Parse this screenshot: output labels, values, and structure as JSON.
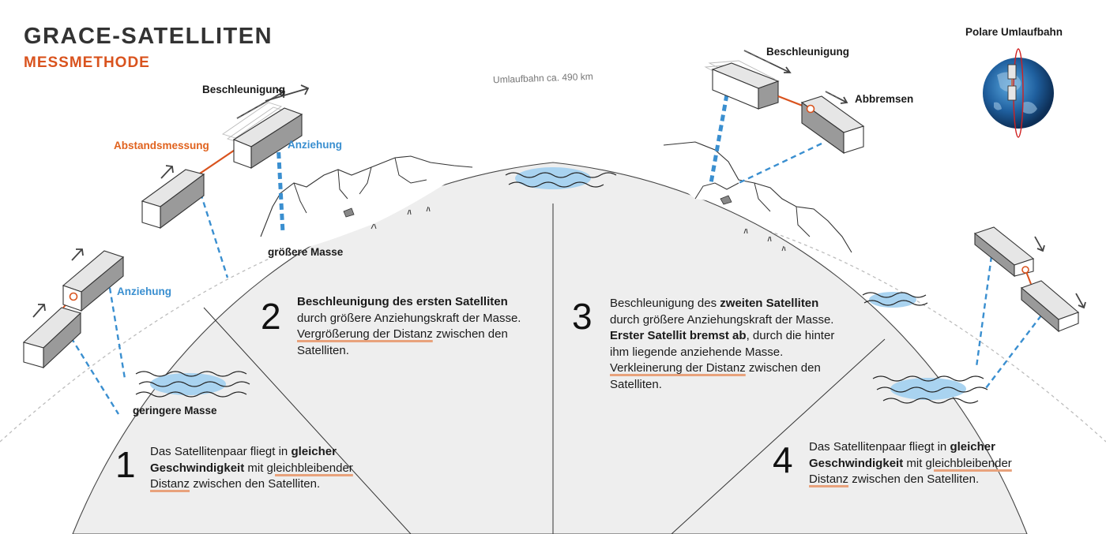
{
  "title": "GRACE-SATELLITEN",
  "subtitle": "MESSMETHODE",
  "colors": {
    "accent_orange": "#d9531e",
    "attraction_blue": "#3a8fd0",
    "water_blue": "#a9d3f0",
    "earth_gray": "#eeeeee",
    "satellite_gray": "#9a9a9a"
  },
  "labels": {
    "orbit": "Umlaufbahn ca. 490 km",
    "polar_orbit": "Polare  Umlaufbahn",
    "acceleration_left": "Beschleunigung",
    "acceleration_right": "Beschleunigung",
    "distance_measurement": "Abstandsmessung",
    "attraction_top": "Anziehung",
    "attraction_left": "Anziehung",
    "greater_mass": "größere Masse",
    "smaller_mass": "geringere Masse",
    "braking": "Abbremsen"
  },
  "steps": [
    {
      "number": "1",
      "parts": [
        {
          "text": "Das Satellitenpaar fliegt in "
        },
        {
          "text": "gleicher Geschwindigkeit",
          "bold": true
        },
        {
          "text": " mit "
        },
        {
          "text": "gleichbleibender Distanz",
          "highlight": true
        },
        {
          "text": " zwischen den Satelliten."
        }
      ]
    },
    {
      "number": "2",
      "parts": [
        {
          "text": "Beschleunigung des ersten Satelliten",
          "bold": true
        },
        {
          "text": " durch größere Anziehungskraft der Masse. "
        },
        {
          "text": "Vergrößerung der Distanz",
          "highlight": true
        },
        {
          "text": " zwischen den Satelliten."
        }
      ]
    },
    {
      "number": "3",
      "parts": [
        {
          "text": "Beschleunigung des "
        },
        {
          "text": "zweiten Satelliten",
          "bold": true
        },
        {
          "text": " durch größere Anziehungskraft der Masse. "
        },
        {
          "text": "Erster Satellit bremst ab",
          "bold": true
        },
        {
          "text": ", durch die hinter ihm liegende anziehende Masse. "
        },
        {
          "text": "Verkleinerung der Distanz",
          "highlight": true
        },
        {
          "text": " zwischen den Satelliten."
        }
      ]
    },
    {
      "number": "4",
      "parts": [
        {
          "text": "Das Satellitenpaar fliegt in "
        },
        {
          "text": "gleicher Geschwindigkeit",
          "bold": true
        },
        {
          "text": " mit "
        },
        {
          "text": "gleichbleibender Distanz",
          "highlight": true
        },
        {
          "text": " zwischen den Satelliten."
        }
      ]
    }
  ]
}
